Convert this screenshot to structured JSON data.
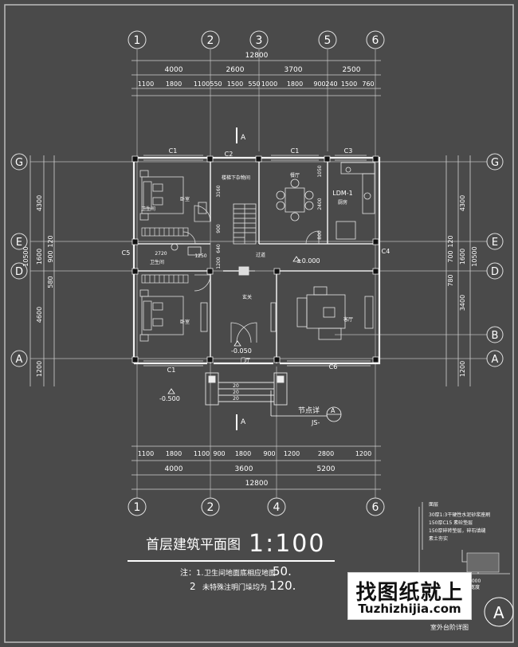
{
  "title": "首层建筑平面图",
  "scale": "1:100",
  "notes": [
    {
      "num": "注：1.",
      "text": "卫生间地面底相应地面",
      "value": "50."
    },
    {
      "num": "2",
      "text": "未特殊注明门垛均为",
      "value": "120."
    }
  ],
  "axes_top": [
    "1",
    "2",
    "3",
    "5",
    "6"
  ],
  "axes_bottom": [
    "1",
    "2",
    "4",
    "6"
  ],
  "axes_side": [
    "G",
    "E",
    "D",
    "A"
  ],
  "axis_side_right_extra": "B",
  "dims_top": {
    "overall": "12800",
    "row2": [
      "4000",
      "2600",
      "3700",
      "2500"
    ],
    "row3": [
      "1100",
      "1800",
      "1100",
      "550",
      "1500",
      "550",
      "1000",
      "1800",
      "900",
      "240",
      "1500",
      "760"
    ]
  },
  "dims_bottom": {
    "overall": "12800",
    "row2": [
      "4000",
      "3600",
      "5200"
    ],
    "row3": [
      "1100",
      "1800",
      "1100",
      "900",
      "1800",
      "900",
      "1200",
      "2800",
      "1200"
    ]
  },
  "dims_left": {
    "overall": "10500",
    "main": [
      "4300",
      "1600",
      "4600",
      "1200"
    ],
    "sub": [
      "580",
      "900",
      "120"
    ]
  },
  "dims_right": {
    "overall": "10500",
    "main": [
      "4300",
      "1600",
      "3400",
      "1200"
    ],
    "sub": [
      "780",
      "700",
      "120"
    ]
  },
  "windows": {
    "c1_top_left": "C1",
    "c2": "C2",
    "c1_top_mid": "C1",
    "c3": "C3",
    "c5": "C5",
    "c4": "C4",
    "c1_bottom": "C1",
    "c6": "C6",
    "ldm": "LDM-1"
  },
  "rooms": {
    "bedroom1": "卧室",
    "bathroom_top": "卫生间",
    "stair_storage": "楼梯下杂物间",
    "dining": "餐厅",
    "kitchen": "厨房",
    "bathroom_mid": "卫生间",
    "corridor": "过道",
    "hall": "玄关",
    "bedroom2": "卧室",
    "living": "客厅",
    "door_hall": "门厅"
  },
  "small_dims": {
    "d3160": "3160",
    "d2400": "2400",
    "d1050": "1050",
    "d800": "800",
    "d900": "900",
    "d640": "640",
    "d1200": "1200",
    "d1250": "1250",
    "d2720": "2720"
  },
  "levels": {
    "floor": "±0.000",
    "porch": "-0.050",
    "outside": "-0.500"
  },
  "section_mark": "A",
  "detail_note": "节点详",
  "detail_ref": "JS-",
  "detail_id": "A",
  "step_labels": [
    "20",
    "20",
    "20"
  ],
  "legend": {
    "lines": [
      "面层",
      "30厚1:3干硬性水泥砂浆座刷",
      "150厚C15 素砼垫层",
      "150厚碎砖垫层，碎石填缝",
      "素土夯实"
    ],
    "caption": "室外台阶详图",
    "dim": "1000",
    "dim2": "宽度"
  },
  "corner_mark": "A",
  "watermark": {
    "cn": "找图纸就上",
    "en": "Tuzhizhijia.com"
  }
}
